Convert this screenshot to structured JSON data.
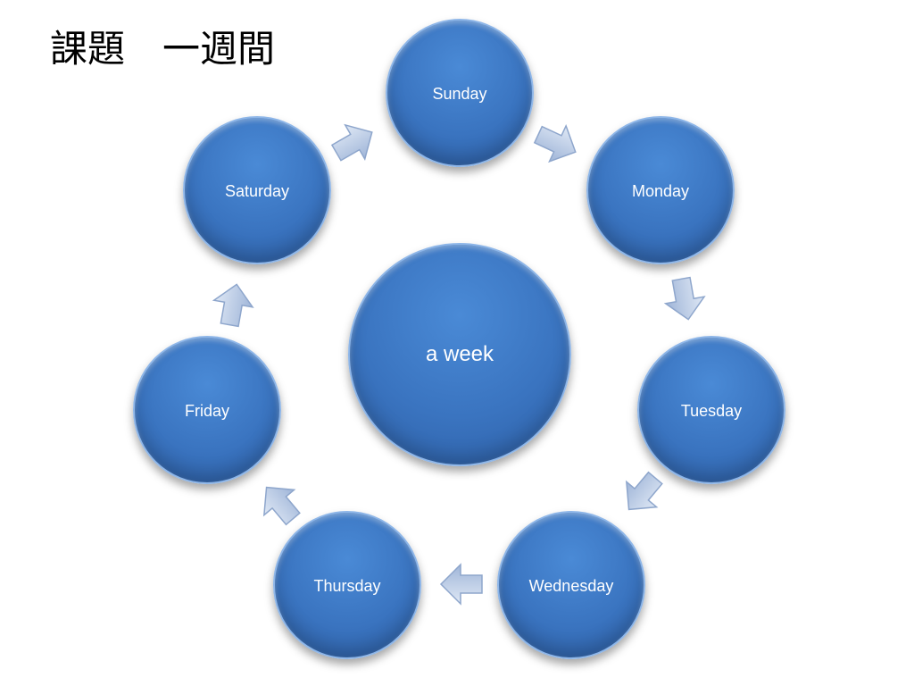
{
  "title": "課題　一週間",
  "center": {
    "label": "a week"
  },
  "days": [
    {
      "key": "sunday",
      "label": "Sunday"
    },
    {
      "key": "monday",
      "label": "Monday"
    },
    {
      "key": "tuesday",
      "label": "Tuesday"
    },
    {
      "key": "wednesday",
      "label": "Wednesday"
    },
    {
      "key": "thursday",
      "label": "Thursday"
    },
    {
      "key": "friday",
      "label": "Friday"
    },
    {
      "key": "saturday",
      "label": "Saturday"
    }
  ],
  "colors": {
    "node_fill": "#3a74c0",
    "node_border": "#8eb6e8",
    "arrow_fill": "#b9c9e3",
    "text": "#ffffff"
  }
}
